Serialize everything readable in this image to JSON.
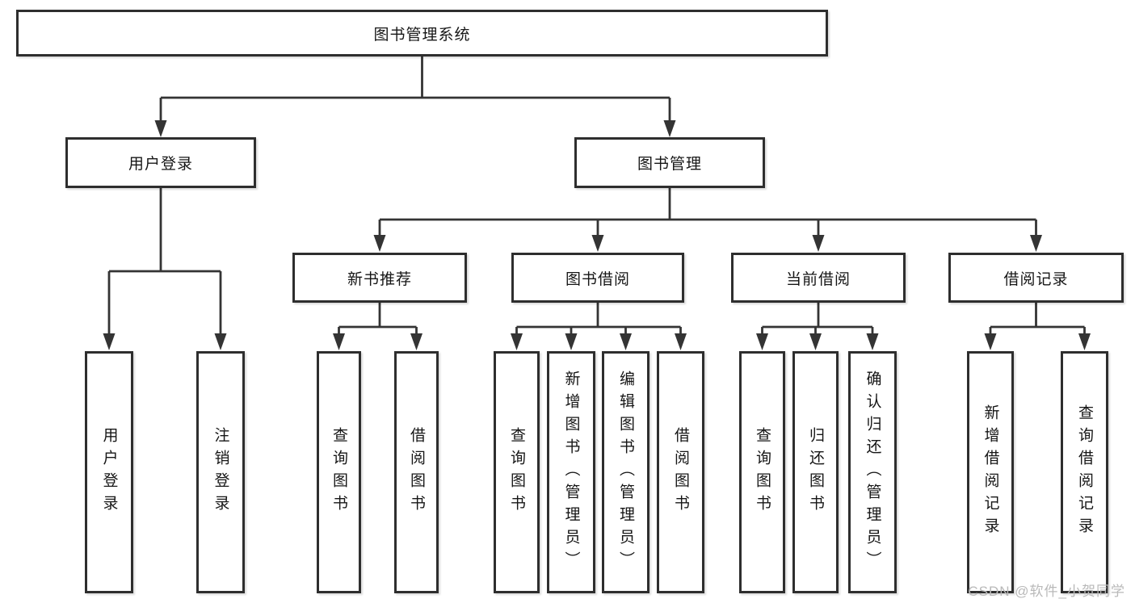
{
  "diagram": {
    "root": {
      "label": "图书管理系统"
    },
    "branches": [
      {
        "label": "用户登录",
        "children": [
          {
            "label": "用户登录"
          },
          {
            "label": "注销登录"
          }
        ]
      },
      {
        "label": "图书管理",
        "children": [
          {
            "label": "新书推荐",
            "children": [
              {
                "label": "查询图书"
              },
              {
                "label": "借阅图书"
              }
            ]
          },
          {
            "label": "图书借阅",
            "children": [
              {
                "label": "查询图书"
              },
              {
                "label": "新增图书（管理员）"
              },
              {
                "label": "编辑图书（管理员）"
              },
              {
                "label": "借阅图书"
              }
            ]
          },
          {
            "label": "当前借阅",
            "children": [
              {
                "label": "查询图书"
              },
              {
                "label": "归还图书"
              },
              {
                "label": "确认归还（管理员）"
              }
            ]
          },
          {
            "label": "借阅记录",
            "children": [
              {
                "label": "新增借阅记录"
              },
              {
                "label": "查询借阅记录"
              }
            ]
          }
        ]
      }
    ]
  },
  "colors": {
    "line": "#343434",
    "box_border": "#2e2e2e",
    "watermark": "#b9b9b9"
  },
  "watermark": {
    "text": "CSDN @软件_小贺同学"
  }
}
